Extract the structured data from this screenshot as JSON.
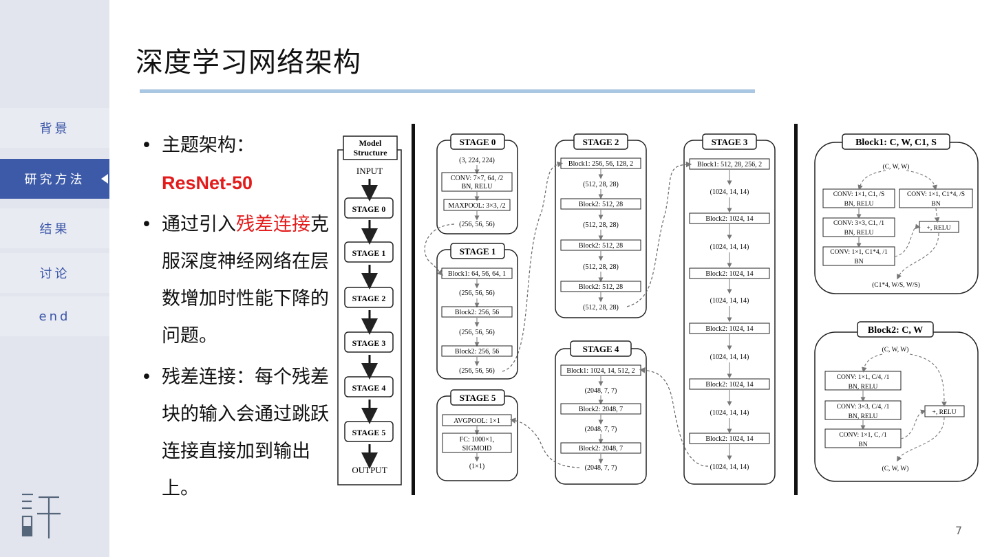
{
  "sidebar": {
    "items": [
      {
        "label": "背景"
      },
      {
        "label": "研究方法"
      },
      {
        "label": "结果"
      },
      {
        "label": "讨论"
      },
      {
        "label": "end"
      }
    ],
    "active_index": 1
  },
  "slide": {
    "title": "深度学习网络架构",
    "page_number": "7",
    "bullets": {
      "b1_label": "主题架构：",
      "b1_value": "ResNet-50",
      "b2_prefix": "通过引入",
      "b2_highlight": "残差连接",
      "b2_rest": "克服深度神经网络在层数增加时性能下降的问题。",
      "b3_text": "残差连接：每个残差块的输入会通过跳跃连接直接加到输出上。"
    }
  },
  "diagram": {
    "model": {
      "title_line1": "Model",
      "title_line2": "Structure",
      "input": "INPUT",
      "output": "OUTPUT",
      "stages": [
        "STAGE 0",
        "STAGE 1",
        "STAGE 2",
        "STAGE 3",
        "STAGE 4",
        "STAGE 5"
      ]
    },
    "stage0": {
      "title": "STAGE 0",
      "input_shape": "(3, 224, 224)",
      "conv_line1": "CONV: 7×7, 64, /2",
      "conv_line2": "BN, RELU",
      "pool": "MAXPOOL: 3×3, /2",
      "output_shape": "(256, 56, 56)"
    },
    "stage1": {
      "title": "STAGE 1",
      "block1": "Block1: 64, 56, 64, 1",
      "shape1": "(256, 56, 56)",
      "block2a": "Block2: 256, 56",
      "shape2": "(256, 56, 56)",
      "block2b": "Block2: 256, 56",
      "shape3": "(256, 56, 56)"
    },
    "stage2": {
      "title": "STAGE 2",
      "block1": "Block1: 256, 56, 128, 2",
      "shape1": "(512, 28, 28)",
      "block2a": "Block2: 512, 28",
      "shape2": "(512, 28, 28)",
      "block2b": "Block2: 512, 28",
      "shape3": "(512, 28, 28)",
      "block2c": "Block2: 512, 28",
      "shape4": "(512, 28, 28)"
    },
    "stage3": {
      "title": "STAGE 3",
      "block1": "Block1: 512, 28, 256, 2",
      "shapes": [
        "(1024, 14, 14)",
        "(1024, 14, 14)",
        "(1024, 14, 14)",
        "(1024, 14, 14)",
        "(1024, 14, 14)",
        "(1024, 14, 14)"
      ],
      "block2": "Block2: 1024, 14"
    },
    "stage4": {
      "title": "STAGE 4",
      "block1": "Block1: 1024, 14, 512, 2",
      "shape1": "(2048, 7, 7)",
      "block2a": "Block2: 2048, 7",
      "shape2": "(2048, 7, 7)",
      "block2b": "Block2: 2048, 7",
      "shape3": "(2048, 7, 7)"
    },
    "stage5": {
      "title": "STAGE 5",
      "avgpool": "AVGPOOL: 1×1",
      "fc_line1": "FC: 1000×1,",
      "fc_line2": "SIGMOID",
      "output_shape": "(1×1)"
    },
    "block1_detail": {
      "title": "Block1: C, W, C1, S",
      "input_shape": "(C, W, W)",
      "conv_a1": "CONV: 1×1, C1, /S",
      "conv_a1_bn": "BN, RELU",
      "conv_a2": "CONV: 3×3, C1, /1",
      "conv_a2_bn": "BN, RELU",
      "conv_a3": "CONV: 1×1, C1*4, /1",
      "conv_a3_bn": "BN",
      "conv_b": "CONV: 1×1, C1*4, /S",
      "conv_b_bn": "BN",
      "add": "+, RELU",
      "output_shape": "(C1*4, W/S, W/S)"
    },
    "block2_detail": {
      "title": "Block2: C, W",
      "input_shape": "(C, W, W)",
      "conv1": "CONV: 1×1, C/4, /1",
      "conv1_bn": "BN, RELU",
      "conv2": "CONV: 3×3, C/4, /1",
      "conv2_bn": "BN, RELU",
      "conv3": "CONV: 1×1, C, /1",
      "conv3_bn": "BN",
      "add": "+, RELU",
      "output_shape": "(C, W, W)"
    }
  }
}
